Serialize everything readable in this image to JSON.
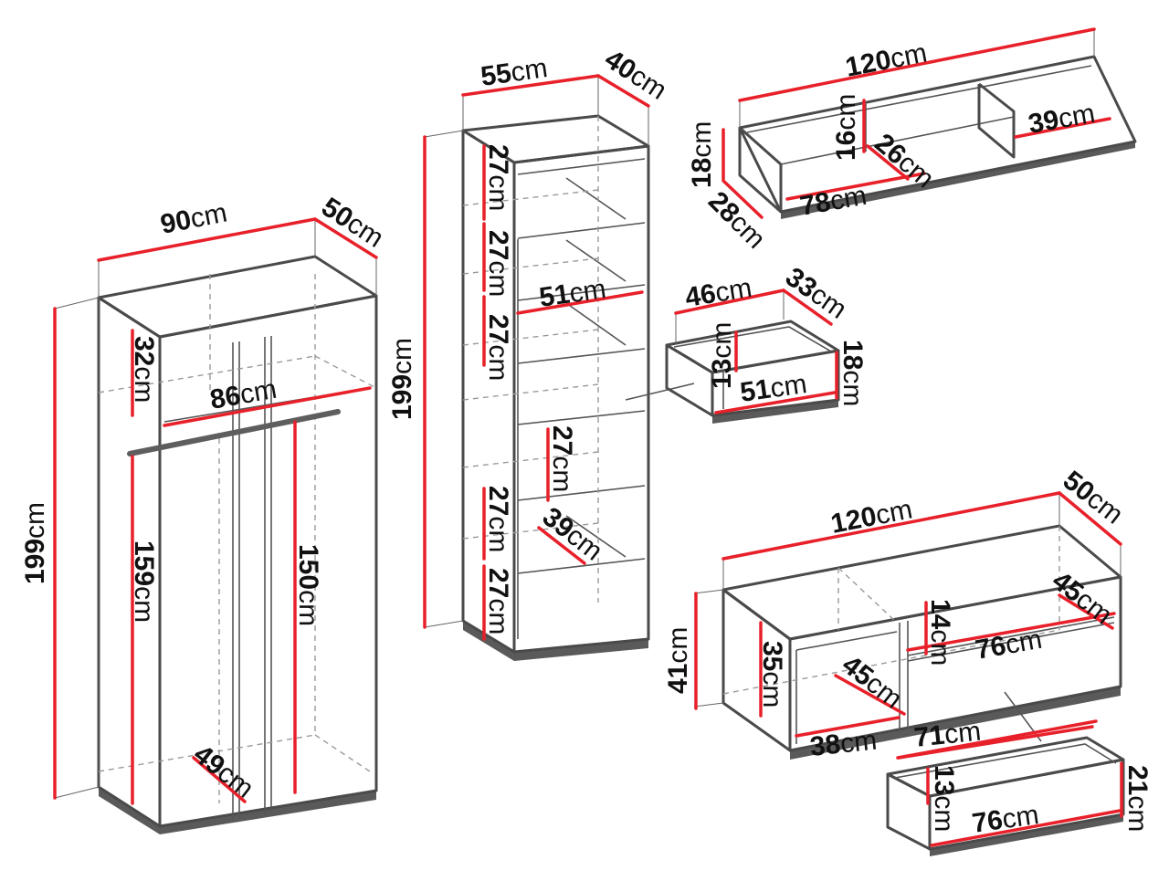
{
  "colors": {
    "dimension_line": "#e8202a",
    "outline": "#4a4a4a",
    "background": "#ffffff"
  },
  "wardrobe": {
    "width": "90",
    "depth": "50",
    "height": "199",
    "top_compartment": "32",
    "rail_width": "86",
    "left_height": "159",
    "right_height": "150",
    "inner_depth": "49"
  },
  "bookcase": {
    "width": "55",
    "depth": "40",
    "height": "199",
    "shelf_1": "27",
    "shelf_2": "27",
    "shelf_3": "27",
    "inner_width": "51",
    "lower_shelf": "27",
    "lower_depth": "39",
    "bottom_1": "27",
    "bottom_2": "27"
  },
  "bookcase_drawer": {
    "width": "46",
    "depth": "33",
    "height": "18",
    "inner_height": "13",
    "inner_width": "51"
  },
  "wall_shelf": {
    "width": "120",
    "height": "18",
    "depth": "28",
    "inner_height": "16",
    "inner_depth": "26",
    "inner_width": "78",
    "right_width": "39"
  },
  "tv_cabinet": {
    "width": "120",
    "depth": "50",
    "height": "41",
    "drawer_depth": "45",
    "drawer_height": "14",
    "drawer_width": "76",
    "left_height": "35",
    "left_depth": "45",
    "left_width": "38",
    "right_width": "71"
  },
  "cabinet_drawer": {
    "height_outer": "21",
    "height_inner": "13",
    "width": "76"
  },
  "unit": "cm"
}
